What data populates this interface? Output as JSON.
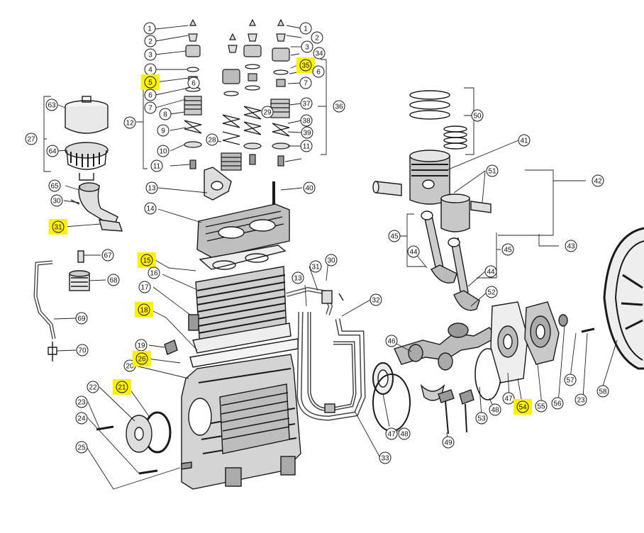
{
  "diagram": {
    "highlight_color": "#fff200",
    "line_color": "#1a1a1a",
    "callouts": [
      {
        "id": "c1a",
        "label": "1",
        "highlighted": false
      },
      {
        "id": "c2a",
        "label": "2",
        "highlighted": false
      },
      {
        "id": "c3a",
        "label": "3",
        "highlighted": false
      },
      {
        "id": "c4",
        "label": "4",
        "highlighted": false
      },
      {
        "id": "c5",
        "label": "5",
        "highlighted": true
      },
      {
        "id": "c6a",
        "label": "6",
        "highlighted": false
      },
      {
        "id": "c7a",
        "label": "7",
        "highlighted": false
      },
      {
        "id": "c8",
        "label": "8",
        "highlighted": false
      },
      {
        "id": "c9",
        "label": "9",
        "highlighted": false
      },
      {
        "id": "c10",
        "label": "10",
        "highlighted": false
      },
      {
        "id": "c11a",
        "label": "11",
        "highlighted": false
      },
      {
        "id": "c12",
        "label": "12",
        "highlighted": false
      },
      {
        "id": "c13a",
        "label": "13",
        "highlighted": false
      },
      {
        "id": "c14",
        "label": "14",
        "highlighted": false
      },
      {
        "id": "c15",
        "label": "15",
        "highlighted": true
      },
      {
        "id": "c16",
        "label": "16",
        "highlighted": false
      },
      {
        "id": "c17",
        "label": "17",
        "highlighted": false
      },
      {
        "id": "c18",
        "label": "18",
        "highlighted": true
      },
      {
        "id": "c19",
        "label": "19",
        "highlighted": false
      },
      {
        "id": "c20",
        "label": "20",
        "highlighted": false
      },
      {
        "id": "c21",
        "label": "21",
        "highlighted": true
      },
      {
        "id": "c22",
        "label": "22",
        "highlighted": false
      },
      {
        "id": "c23a",
        "label": "23",
        "highlighted": false
      },
      {
        "id": "c24",
        "label": "24",
        "highlighted": false
      },
      {
        "id": "c25",
        "label": "25",
        "highlighted": false
      },
      {
        "id": "c26",
        "label": "26",
        "highlighted": true
      },
      {
        "id": "c27",
        "label": "27",
        "highlighted": false
      },
      {
        "id": "c28",
        "label": "28",
        "highlighted": false
      },
      {
        "id": "c29",
        "label": "29",
        "highlighted": false
      },
      {
        "id": "c30a",
        "label": "30",
        "highlighted": false
      },
      {
        "id": "c30b",
        "label": "30",
        "highlighted": false
      },
      {
        "id": "c31a",
        "label": "31",
        "highlighted": true
      },
      {
        "id": "c31b",
        "label": "31",
        "highlighted": false
      },
      {
        "id": "c32",
        "label": "32",
        "highlighted": false
      },
      {
        "id": "c33",
        "label": "33",
        "highlighted": false
      },
      {
        "id": "c34",
        "label": "34",
        "highlighted": false
      },
      {
        "id": "c35",
        "label": "35",
        "highlighted": true
      },
      {
        "id": "c1b",
        "label": "1",
        "highlighted": false
      },
      {
        "id": "c2b",
        "label": "2",
        "highlighted": false
      },
      {
        "id": "c3b",
        "label": "3",
        "highlighted": false
      },
      {
        "id": "c6b",
        "label": "6",
        "highlighted": false
      },
      {
        "id": "c6c",
        "label": "6",
        "highlighted": false
      },
      {
        "id": "c7b",
        "label": "7",
        "highlighted": false
      },
      {
        "id": "c36",
        "label": "36",
        "highlighted": false
      },
      {
        "id": "c37",
        "label": "37",
        "highlighted": false
      },
      {
        "id": "c38",
        "label": "38",
        "highlighted": false
      },
      {
        "id": "c39",
        "label": "39",
        "highlighted": false
      },
      {
        "id": "c11b",
        "label": "11",
        "highlighted": false
      },
      {
        "id": "c40",
        "label": "40",
        "highlighted": false
      },
      {
        "id": "c13b",
        "label": "13",
        "highlighted": false
      },
      {
        "id": "c41",
        "label": "41",
        "highlighted": false
      },
      {
        "id": "c42",
        "label": "42",
        "highlighted": false
      },
      {
        "id": "c43",
        "label": "43",
        "highlighted": false
      },
      {
        "id": "c44a",
        "label": "44",
        "highlighted": false
      },
      {
        "id": "c44b",
        "label": "44",
        "highlighted": false
      },
      {
        "id": "c45a",
        "label": "45",
        "highlighted": false
      },
      {
        "id": "c45b",
        "label": "45",
        "highlighted": false
      },
      {
        "id": "c46",
        "label": "46",
        "highlighted": false
      },
      {
        "id": "c47a",
        "label": "47",
        "highlighted": false
      },
      {
        "id": "c47b",
        "label": "47",
        "highlighted": false
      },
      {
        "id": "c48a",
        "label": "48",
        "highlighted": false
      },
      {
        "id": "c48b",
        "label": "48",
        "highlighted": false
      },
      {
        "id": "c49",
        "label": "49",
        "highlighted": false
      },
      {
        "id": "c50",
        "label": "50",
        "highlighted": false
      },
      {
        "id": "c51",
        "label": "51",
        "highlighted": false
      },
      {
        "id": "c52",
        "label": "52",
        "highlighted": false
      },
      {
        "id": "c53",
        "label": "53",
        "highlighted": false
      },
      {
        "id": "c54",
        "label": "54",
        "highlighted": true
      },
      {
        "id": "c55",
        "label": "55",
        "highlighted": false
      },
      {
        "id": "c56",
        "label": "56",
        "highlighted": false
      },
      {
        "id": "c57",
        "label": "57",
        "highlighted": false
      },
      {
        "id": "c58",
        "label": "58",
        "highlighted": false
      },
      {
        "id": "c23b",
        "label": "23",
        "highlighted": false
      },
      {
        "id": "c63",
        "label": "63",
        "highlighted": false
      },
      {
        "id": "c64",
        "label": "64",
        "highlighted": false
      },
      {
        "id": "c65",
        "label": "65",
        "highlighted": false
      },
      {
        "id": "c67",
        "label": "67",
        "highlighted": false
      },
      {
        "id": "c68",
        "label": "68",
        "highlighted": false
      },
      {
        "id": "c69",
        "label": "69",
        "highlighted": false
      },
      {
        "id": "c70",
        "label": "70",
        "highlighted": false
      }
    ]
  }
}
